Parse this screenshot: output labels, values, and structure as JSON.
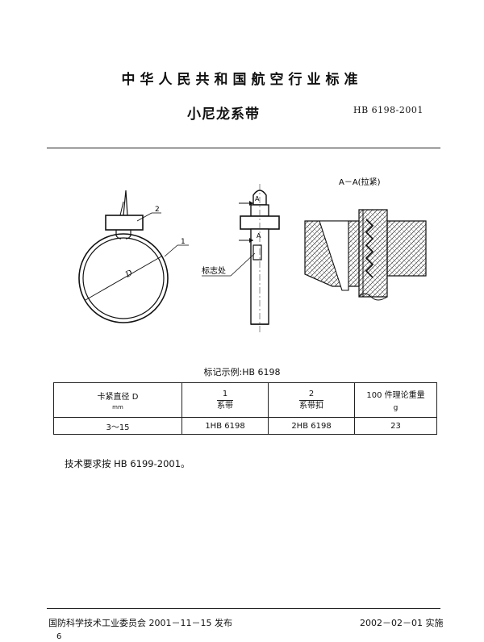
{
  "header": {
    "organization": "中华人民共和国航空行业标准",
    "title": "小尼龙系带",
    "standard_code": "HB 6198-2001"
  },
  "figure": {
    "section_label": "A－A(拉紧)",
    "part1_label": "1",
    "part2_label": "2",
    "diameter_label": "D",
    "marking_location_label": "标志处",
    "section_mark_label": "A"
  },
  "marking_example": "标记示例:HB 6198",
  "table": {
    "headers": {
      "diameter": "卡紧直径 D",
      "diameter_unit": "mm",
      "part1_number": "1",
      "part1_name": "系带",
      "part2_number": "2",
      "part2_name": "系带扣",
      "weight": "100 件理论重量",
      "weight_unit": "g"
    },
    "rows": [
      {
        "diameter": "3～15",
        "part1": "1HB 6198",
        "part2": "2HB 6198",
        "weight": "23"
      }
    ]
  },
  "tech_requirement": "技术要求按 HB 6199-2001。",
  "footer": {
    "issue": "国防科学技术工业委员会 2001－11－15 发布",
    "implement": "2002－02－01 实施",
    "page_number": "6"
  }
}
